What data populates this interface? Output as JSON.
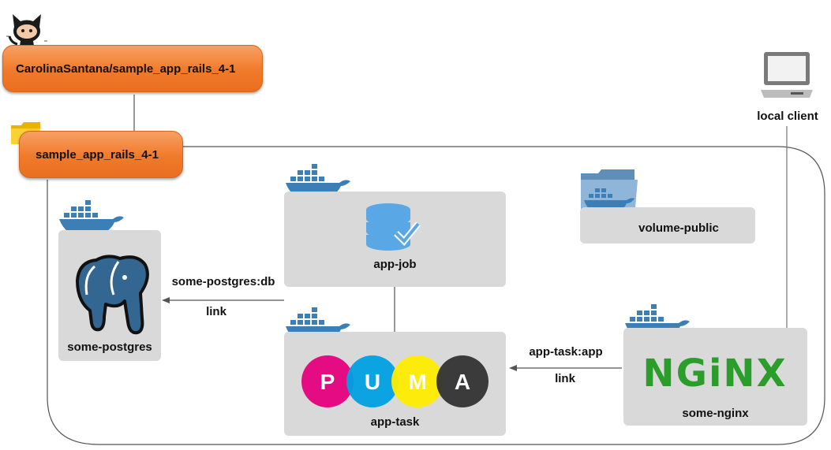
{
  "repo": {
    "name": "CarolinaSantana/sample_app_rails_4-1"
  },
  "project": {
    "name": "sample_app_rails_4-1"
  },
  "client": {
    "label": "local client"
  },
  "containers": {
    "postgres": {
      "label": "some-postgres"
    },
    "job": {
      "label": "app-job"
    },
    "task": {
      "label": "app-task"
    },
    "nginx": {
      "label": "some-nginx",
      "logo_text": "NGiNX"
    },
    "volume": {
      "label": "volume-public"
    }
  },
  "links": {
    "postgres": {
      "alias": "some-postgres:db",
      "kind": "link"
    },
    "app": {
      "alias": "app-task:app",
      "kind": "link"
    }
  },
  "puma": {
    "letters": [
      "P",
      "U",
      "M",
      "A"
    ],
    "colors": [
      "#e6007e",
      "#00a0e3",
      "#ffed00",
      "#333333"
    ]
  },
  "colors": {
    "accent": "#f07a2a",
    "docker": "#3b7fb6",
    "nginx": "#2a9d2a"
  },
  "icons": [
    "github-octocat-icon",
    "folder-icon",
    "computer-icon",
    "docker-whale-icon",
    "postgres-elephant-icon",
    "database-check-icon",
    "docker-folder-icon"
  ]
}
